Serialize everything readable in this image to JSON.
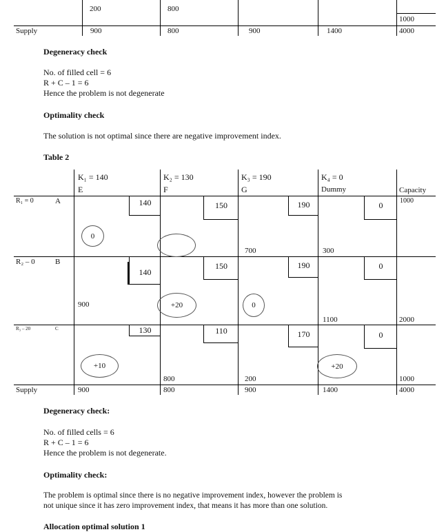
{
  "top_table": {
    "row_values": [
      "200",
      "800",
      "1000"
    ],
    "supply_label": "Supply",
    "supply_values": [
      "900",
      "800",
      "900",
      "1400",
      "4000"
    ]
  },
  "section1": {
    "degeneracy_heading": "Degeneracy check",
    "filled_line": "No. of filled cell = 6",
    "rc_line": "R + C – 1 = 6",
    "conclusion": "Hence the problem is not degenerate",
    "optimality_heading": "Optimality check",
    "optimality_text": "The solution is not optimal since there are negative improvement index."
  },
  "table2": {
    "title": "Table 2",
    "col_potentials": [
      "K₁ = 140",
      "K₂ = 130",
      "K₃ = 190",
      "K₄ = 0"
    ],
    "col_names": [
      "E",
      "F",
      "G",
      "Dummy"
    ],
    "capacity_label": "Capacity",
    "row_potentials": [
      "R₁ = 0",
      "R₂ – 0",
      "R₃ – 20"
    ],
    "row_names": [
      "A",
      "B",
      "C"
    ],
    "costs": [
      [
        "140",
        "150",
        "190",
        "0"
      ],
      [
        "140",
        "150",
        "190",
        "0"
      ],
      [
        "130",
        "110",
        "170",
        "0"
      ]
    ],
    "allocations": {
      "a_g": "700",
      "a_dummy": "300",
      "a_capacity": "1000",
      "b_e": "900",
      "b_dummy": "1100",
      "b_capacity": "2000",
      "c_f": "800",
      "c_g": "200",
      "c_capacity": "1000"
    },
    "improvement": {
      "a_e": "0",
      "a_f": "",
      "b_f": "+20",
      "b_g": "0",
      "c_e": "+10",
      "c_dummy": "+20"
    },
    "supply_label": "Supply",
    "supply_values": [
      "900",
      "800",
      "900",
      "1400",
      "4000"
    ]
  },
  "section2": {
    "degeneracy_heading": "Degeneracy check:",
    "filled_line": "No. of filled cells = 6",
    "rc_line": "R + C – 1 = 6",
    "conclusion": "Hence the problem is not degenerate.",
    "optimality_heading": "Optimality check:",
    "optimality_text_1": "The problem is optimal since there is no negative improvement index, however the problem is",
    "optimality_text_2": "not unique since it has zero improvement index, that means it has more than one solution.",
    "allocation_heading": "Allocation optimal solution 1"
  }
}
